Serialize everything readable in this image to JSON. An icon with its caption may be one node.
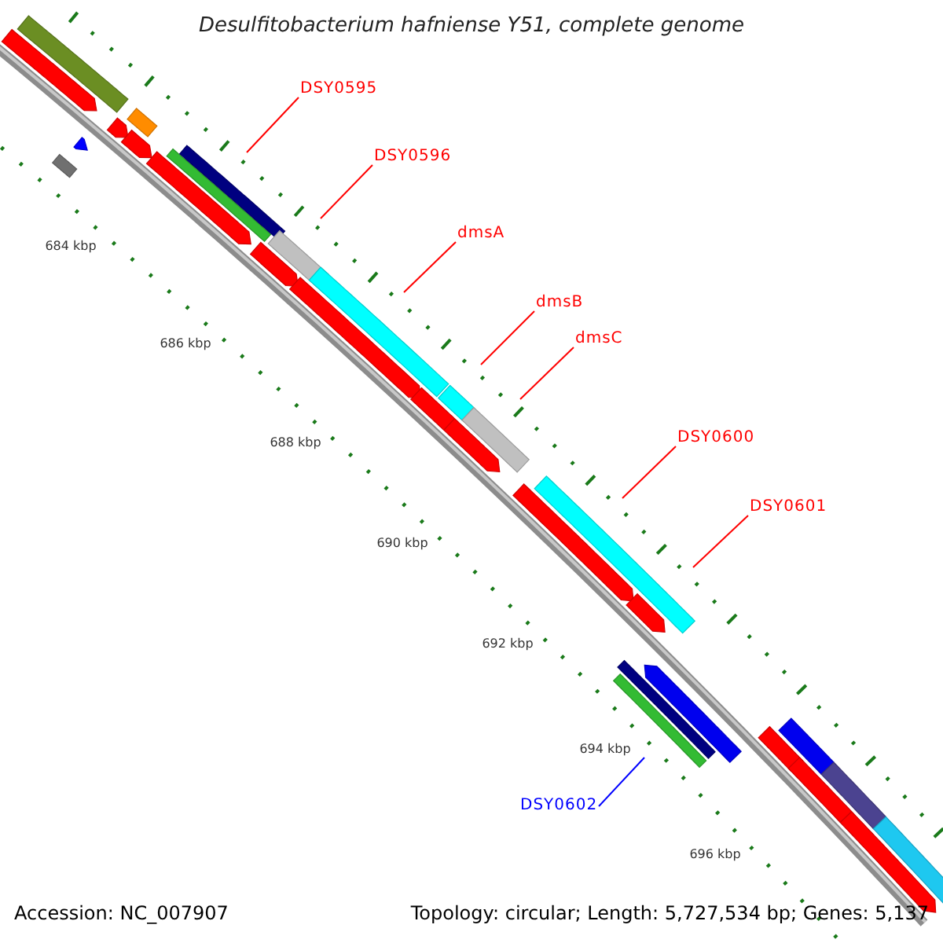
{
  "diagram": {
    "title": "Desulfitobacterium hafniense Y51, complete genome",
    "nodes": [
      {
        "text": [
          "DSY0595"
        ]
      },
      {
        "text": [
          "DSY0596"
        ]
      },
      {
        "text": [
          "dmsA"
        ]
      },
      {
        "text": [
          "dmsB"
        ]
      },
      {
        "text": [
          "dmsC"
        ]
      },
      {
        "text": [
          "DSY0600"
        ]
      },
      {
        "text": [
          "DSY0601"
        ]
      },
      {
        "text": [
          "DSY0602"
        ]
      }
    ],
    "edges": [
      {
        "from": 0,
        "to": null,
        "arrow": "none"
      },
      {
        "from": 1,
        "to": null,
        "arrow": "none"
      },
      {
        "from": 2,
        "to": null,
        "arrow": "none"
      },
      {
        "from": 3,
        "to": null,
        "arrow": "none"
      },
      {
        "from": 4,
        "to": null,
        "arrow": "none"
      },
      {
        "from": 5,
        "to": null,
        "arrow": "none"
      },
      {
        "from": 6,
        "to": null,
        "arrow": "none"
      },
      {
        "from": 7,
        "to": null,
        "arrow": "none",
        "color": "#0000ff"
      }
    ],
    "labels": [
      "684 kbp",
      "686 kbp",
      "688 kbp",
      "690 kbp",
      "692 kbp",
      "694 kbp",
      "696 kbp",
      "Accession: NC_007907",
      "Topology: circular; Length: 5,727,534 bp; Genes: 5,137"
    ]
  }
}
